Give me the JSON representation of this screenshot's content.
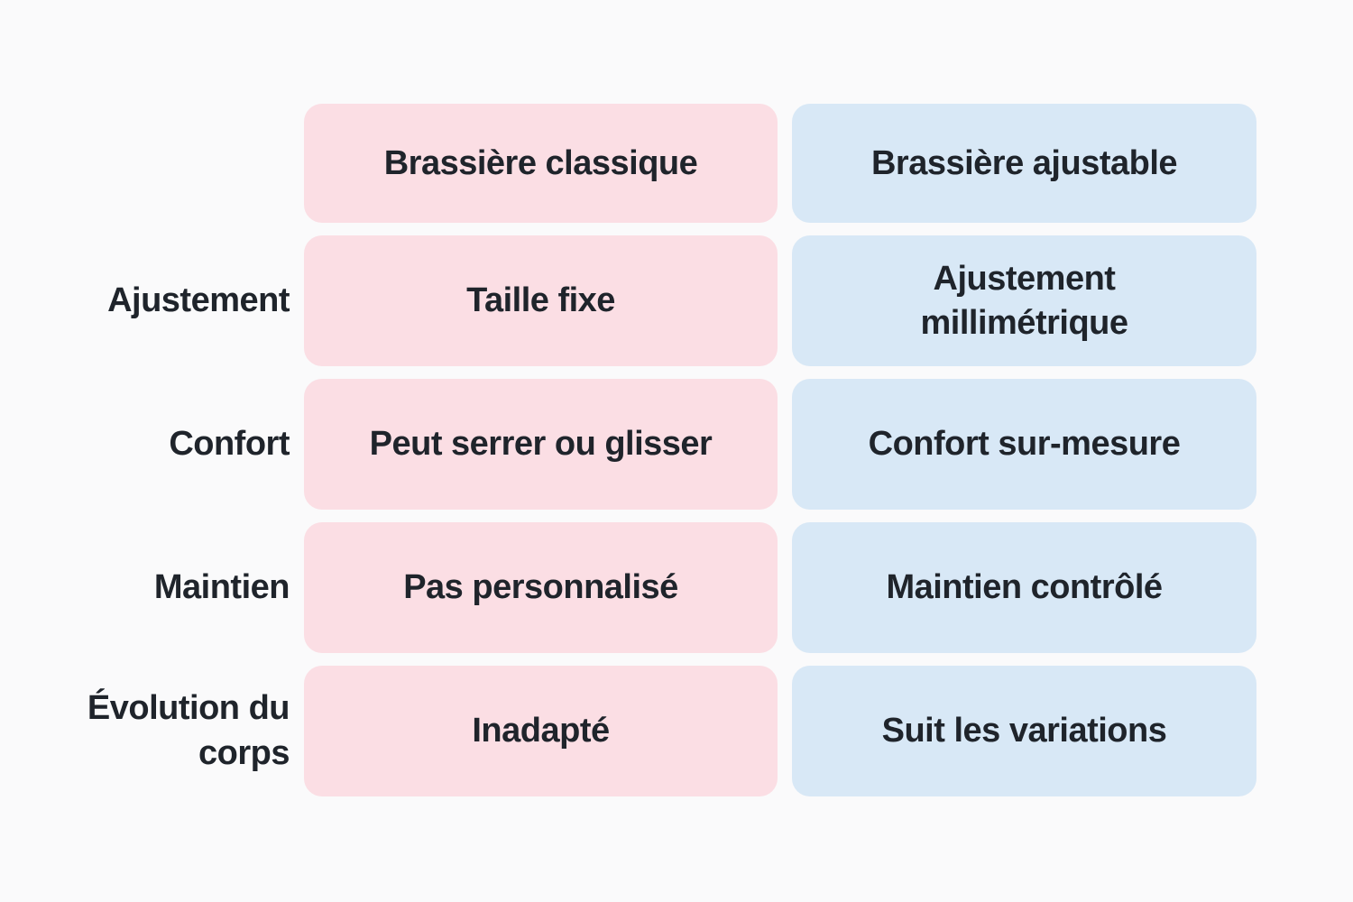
{
  "page": {
    "background_color": "#fafafb",
    "text_color": "#1f242b"
  },
  "table": {
    "columns": [
      {
        "key": "classic",
        "header": "Brassière classique",
        "color": "#fbdee4"
      },
      {
        "key": "adjustable",
        "header": "Brassière ajustable",
        "color": "#d8e8f6"
      }
    ],
    "rows": [
      {
        "label": "Ajustement",
        "cells": [
          "Taille fixe",
          "Ajustement millimétrique"
        ]
      },
      {
        "label": "Confort",
        "cells": [
          "Peut serrer ou glisser",
          "Confort sur-mesure"
        ]
      },
      {
        "label": "Maintien",
        "cells": [
          "Pas personnalisé",
          "Maintien contrôlé"
        ]
      },
      {
        "label": "Évolution du corps",
        "cells": [
          "Inadapté",
          "Suit les variations"
        ]
      }
    ]
  }
}
